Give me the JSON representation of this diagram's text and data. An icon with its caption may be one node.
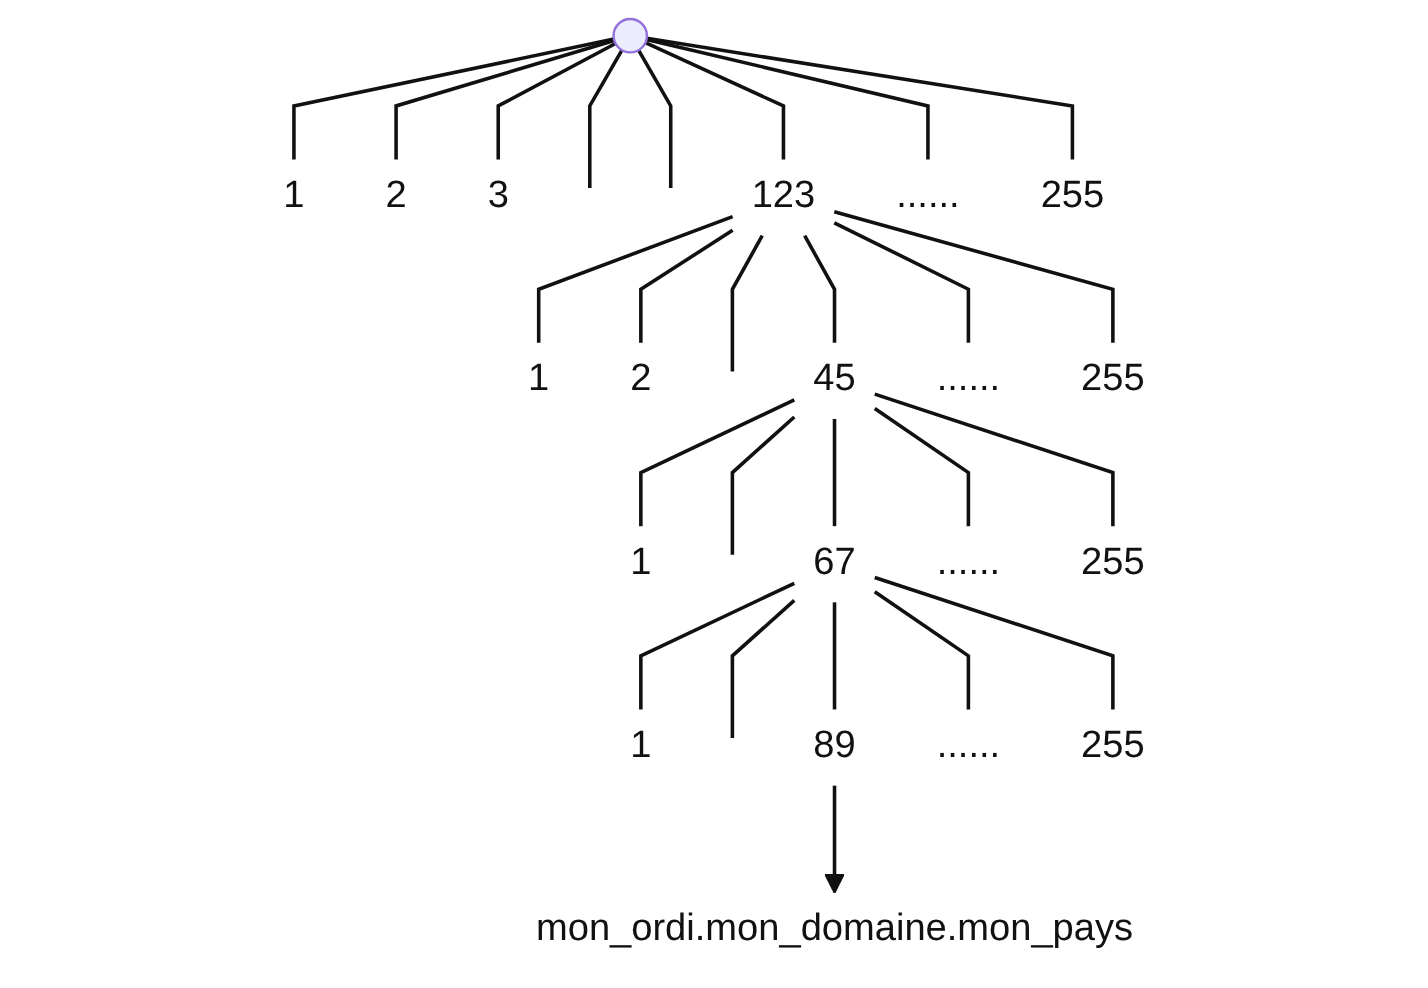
{
  "diagram": {
    "nodes": [
      {
        "text": [],
        "shape": "point"
      },
      {
        "text": [
          "1"
        ]
      },
      {
        "text": [
          "2"
        ]
      },
      {
        "text": [
          "3"
        ]
      },
      {
        "text": [
          "123"
        ]
      },
      {
        "text": [
          "......"
        ]
      },
      {
        "text": [
          "255"
        ]
      },
      {
        "text": [
          "1"
        ]
      },
      {
        "text": [
          "2"
        ]
      },
      {
        "text": [
          "45"
        ]
      },
      {
        "text": [
          "......"
        ]
      },
      {
        "text": [
          "255"
        ]
      },
      {
        "text": [
          "1"
        ]
      },
      {
        "text": [
          "67"
        ]
      },
      {
        "text": [
          "......"
        ]
      },
      {
        "text": [
          "255"
        ]
      },
      {
        "text": [
          "1"
        ]
      },
      {
        "text": [
          "89"
        ]
      },
      {
        "text": [
          "......"
        ]
      },
      {
        "text": [
          "255"
        ]
      },
      {
        "text": [
          "mon_ordi.mon_domaine.mon_pays"
        ]
      }
    ],
    "edges": [
      {
        "from": 0,
        "to": 1,
        "arrow": "none"
      },
      {
        "from": 0,
        "to": 2,
        "arrow": "none"
      },
      {
        "from": 0,
        "to": 3,
        "arrow": "none"
      },
      {
        "from": 0,
        "to": null,
        "arrow": "none"
      },
      {
        "from": 0,
        "to": null,
        "arrow": "none"
      },
      {
        "from": 0,
        "to": 4,
        "arrow": "none"
      },
      {
        "from": 0,
        "to": 5,
        "arrow": "none"
      },
      {
        "from": 0,
        "to": 6,
        "arrow": "none"
      },
      {
        "from": 4,
        "to": 7,
        "arrow": "none"
      },
      {
        "from": 4,
        "to": 8,
        "arrow": "none"
      },
      {
        "from": 4,
        "to": null,
        "arrow": "none"
      },
      {
        "from": 4,
        "to": 9,
        "arrow": "none"
      },
      {
        "from": 4,
        "to": 10,
        "arrow": "none"
      },
      {
        "from": 4,
        "to": 11,
        "arrow": "none"
      },
      {
        "from": 9,
        "to": 12,
        "arrow": "none"
      },
      {
        "from": 9,
        "to": null,
        "arrow": "none"
      },
      {
        "from": 9,
        "to": 13,
        "arrow": "none"
      },
      {
        "from": 9,
        "to": 14,
        "arrow": "none"
      },
      {
        "from": 9,
        "to": 15,
        "arrow": "none"
      },
      {
        "from": 13,
        "to": 16,
        "arrow": "none"
      },
      {
        "from": 13,
        "to": null,
        "arrow": "none"
      },
      {
        "from": 13,
        "to": 17,
        "arrow": "none"
      },
      {
        "from": 13,
        "to": 18,
        "arrow": "none"
      },
      {
        "from": 13,
        "to": 19,
        "arrow": "none"
      },
      {
        "from": 17,
        "to": 20,
        "arrow": "to"
      }
    ]
  }
}
